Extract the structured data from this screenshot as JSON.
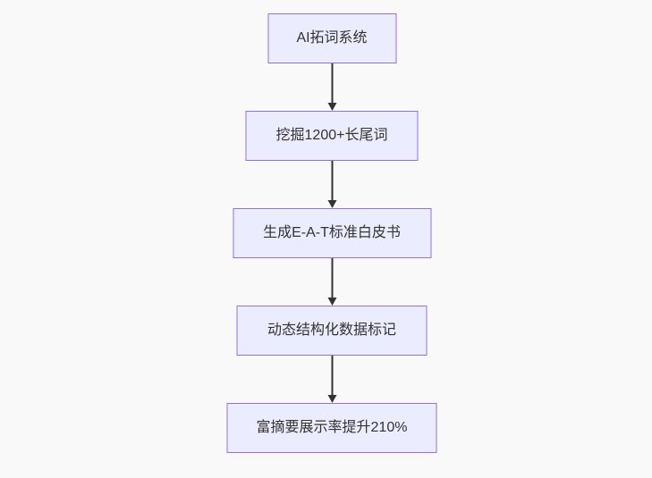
{
  "diagram": {
    "type": "flowchart",
    "direction": "top-down",
    "nodes": [
      {
        "id": "n1",
        "label": "AI拓词系统"
      },
      {
        "id": "n2",
        "label": "挖掘1200+长尾词"
      },
      {
        "id": "n3",
        "label": "生成E-A-T标准白皮书"
      },
      {
        "id": "n4",
        "label": "动态结构化数据标记"
      },
      {
        "id": "n5",
        "label": "富摘要展示率提升210%"
      }
    ],
    "edges": [
      {
        "from": "n1",
        "to": "n2",
        "style": "arrow-down"
      },
      {
        "from": "n2",
        "to": "n3",
        "style": "arrow-down"
      },
      {
        "from": "n3",
        "to": "n4",
        "style": "arrow-down"
      },
      {
        "from": "n4",
        "to": "n5",
        "style": "arrow-down"
      }
    ],
    "colors": {
      "background": "#f9f9f9",
      "node_fill": "#ECECFF",
      "node_border": "#9370DB",
      "edge": "#333333",
      "text": "#333333"
    }
  }
}
